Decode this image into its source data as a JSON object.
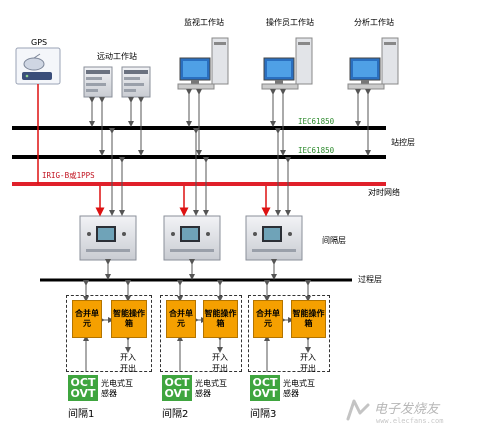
{
  "top_nodes": {
    "gps": "GPS",
    "remote_station": "远动工作站",
    "monitor_station": "监视工作站",
    "operator_station": "操作员工作站",
    "analysis_station": "分析工作站"
  },
  "buses": {
    "iec_top": "IEC61850",
    "iec_bottom": "IEC61850",
    "station_layer": "站控层",
    "sync_signal": "IRIG-B或1PPS",
    "sync_network": "对时网络",
    "bay_layer": "间隔层",
    "process_layer": "过程层"
  },
  "bays": [
    {
      "merge_unit": "合并单元",
      "smart_box": "智能操作箱",
      "io": "开入开出",
      "ct": "OCT",
      "vt": "OVT",
      "sensor": "光电式互感器",
      "name": "间隔1"
    },
    {
      "merge_unit": "合并单元",
      "smart_box": "智能操作箱",
      "io": "开入开出",
      "ct": "OCT",
      "vt": "OVT",
      "sensor": "光电式互感器",
      "name": "间隔2"
    },
    {
      "merge_unit": "合并单元",
      "smart_box": "智能操作箱",
      "io": "开入开出",
      "ct": "OCT",
      "vt": "OVT",
      "sensor": "光电式互感器",
      "name": "间隔3"
    }
  ],
  "watermark": {
    "main": "电子发烧友",
    "sub": "www.elecfans.com"
  },
  "colors": {
    "bus": "#000000",
    "sync_bus": "#e0202a",
    "iec_text": "#2e8b2e",
    "merge_box": "#f5a000",
    "sensor_box": "#3fa53f"
  }
}
